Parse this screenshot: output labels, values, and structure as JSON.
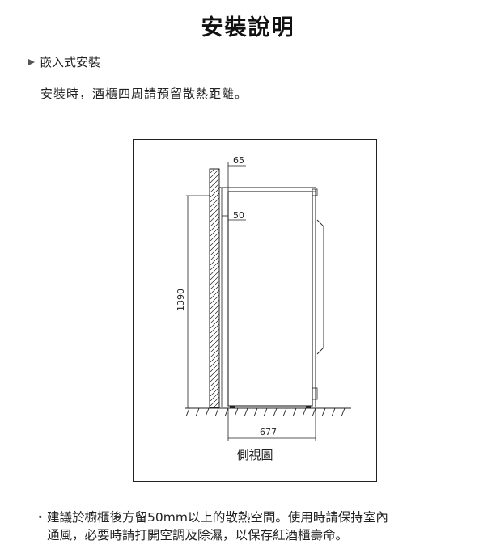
{
  "page": {
    "title": "安裝說明",
    "section_heading": "嵌入式安裝",
    "instruction": "安裝時，酒櫃四周請預留散熱距離。"
  },
  "figure": {
    "dim_top_gap": "65",
    "dim_side_gap": "50",
    "dim_height": "1390",
    "dim_depth": "677",
    "caption": "側視圖"
  },
  "note": {
    "bullet": "・",
    "line1": "建議於櫥櫃後方留50mm以上的散熱空間。使用時請保持室內",
    "line2": "通風，必要時請打開空調及除濕，以保存紅酒櫃壽命。"
  },
  "colors": {
    "line": "#222222",
    "text": "#1a1a1a"
  }
}
